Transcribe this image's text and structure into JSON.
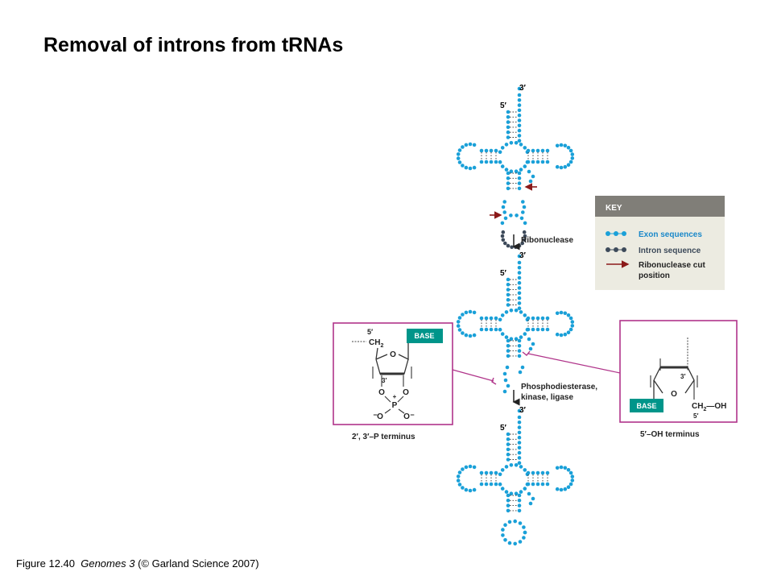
{
  "slide": {
    "title": "Removal of introns from tRNAs",
    "caption_figure": "Figure 12.40",
    "caption_book": "Genomes 3",
    "caption_copyright": "(© Garland Science 2007)"
  },
  "diagram": {
    "ends": {
      "three_prime": "3′",
      "five_prime": "5′"
    },
    "steps": {
      "step1": "Ribonuclease",
      "step2_line1": "Phosphodiesterase,",
      "step2_line2": "kinase, ligase"
    },
    "key": {
      "header": "KEY",
      "exon": "Exon sequences",
      "intron": "Intron sequence",
      "cut_line1": "Ribonuclease cut",
      "cut_line2": "position"
    },
    "left_inset": {
      "five_prime": "5′",
      "ch2": "CH",
      "ch2_sub": "2",
      "base": "BASE",
      "ring_o": "O",
      "three_prime": "3′",
      "o_left": "O",
      "o_right": "O",
      "plus": "+",
      "p": "P",
      "o_bottom_left": "O",
      "o_bottom_right": "O",
      "minus_left": "−",
      "minus_right": "−",
      "caption": "2′, 3′–P terminus"
    },
    "right_inset": {
      "three_prime": "3′",
      "ring_o": "O",
      "base": "BASE",
      "ch2_oh": "CH",
      "ch2_sub": "2",
      "oh": "—OH",
      "five_prime": "5′",
      "caption": "5′–OH terminus"
    }
  },
  "colors": {
    "exon": "#1aa0d8",
    "intron": "#3d4a5a",
    "cut_arrow": "#8b1a1a",
    "inset_border": "#b0348a",
    "base_box": "#00958a",
    "key_bg": "#ecebe1",
    "key_header_bg": "#807e78"
  }
}
